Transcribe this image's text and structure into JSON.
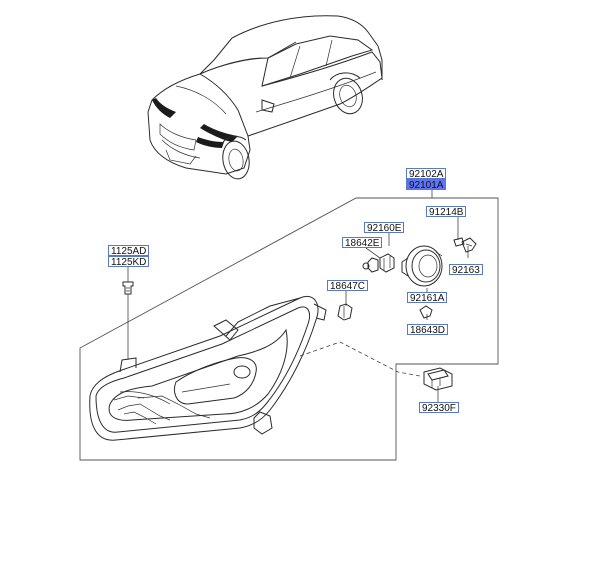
{
  "parts": {
    "p92102A": "92102A",
    "p92101A": "92101A",
    "p92214B": "91214B",
    "p92160E": "92160E",
    "p18642E": "18642E",
    "p92163": "92163",
    "p1125AD": "1125AD",
    "p1125KD": "1125KD",
    "p18647C": "18647C",
    "p92161A": "92161A",
    "p18643D": "18643D",
    "p92330F": "92330F"
  },
  "colors": {
    "highlight": "#5f74f5",
    "label_border": "#5a78c8"
  }
}
